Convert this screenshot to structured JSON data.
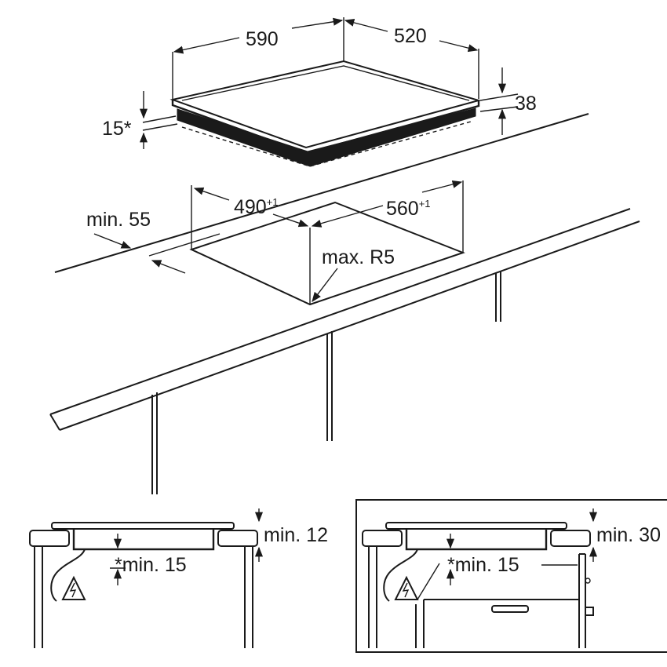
{
  "labels": {
    "width": "590",
    "depth": "520",
    "height": "38",
    "gap": "15*",
    "cut_width": "490",
    "cut_width_tol": "+1",
    "cut_depth": "560",
    "cut_depth_tol": "+1",
    "min_edge": "min. 55",
    "radius": "max. R5",
    "left_min_top": "min. 12",
    "left_min_below": "*min. 15",
    "right_min_top": "min. 30",
    "right_min_below": "*min. 15"
  },
  "icons": [
    "electric-hazard-icon"
  ]
}
